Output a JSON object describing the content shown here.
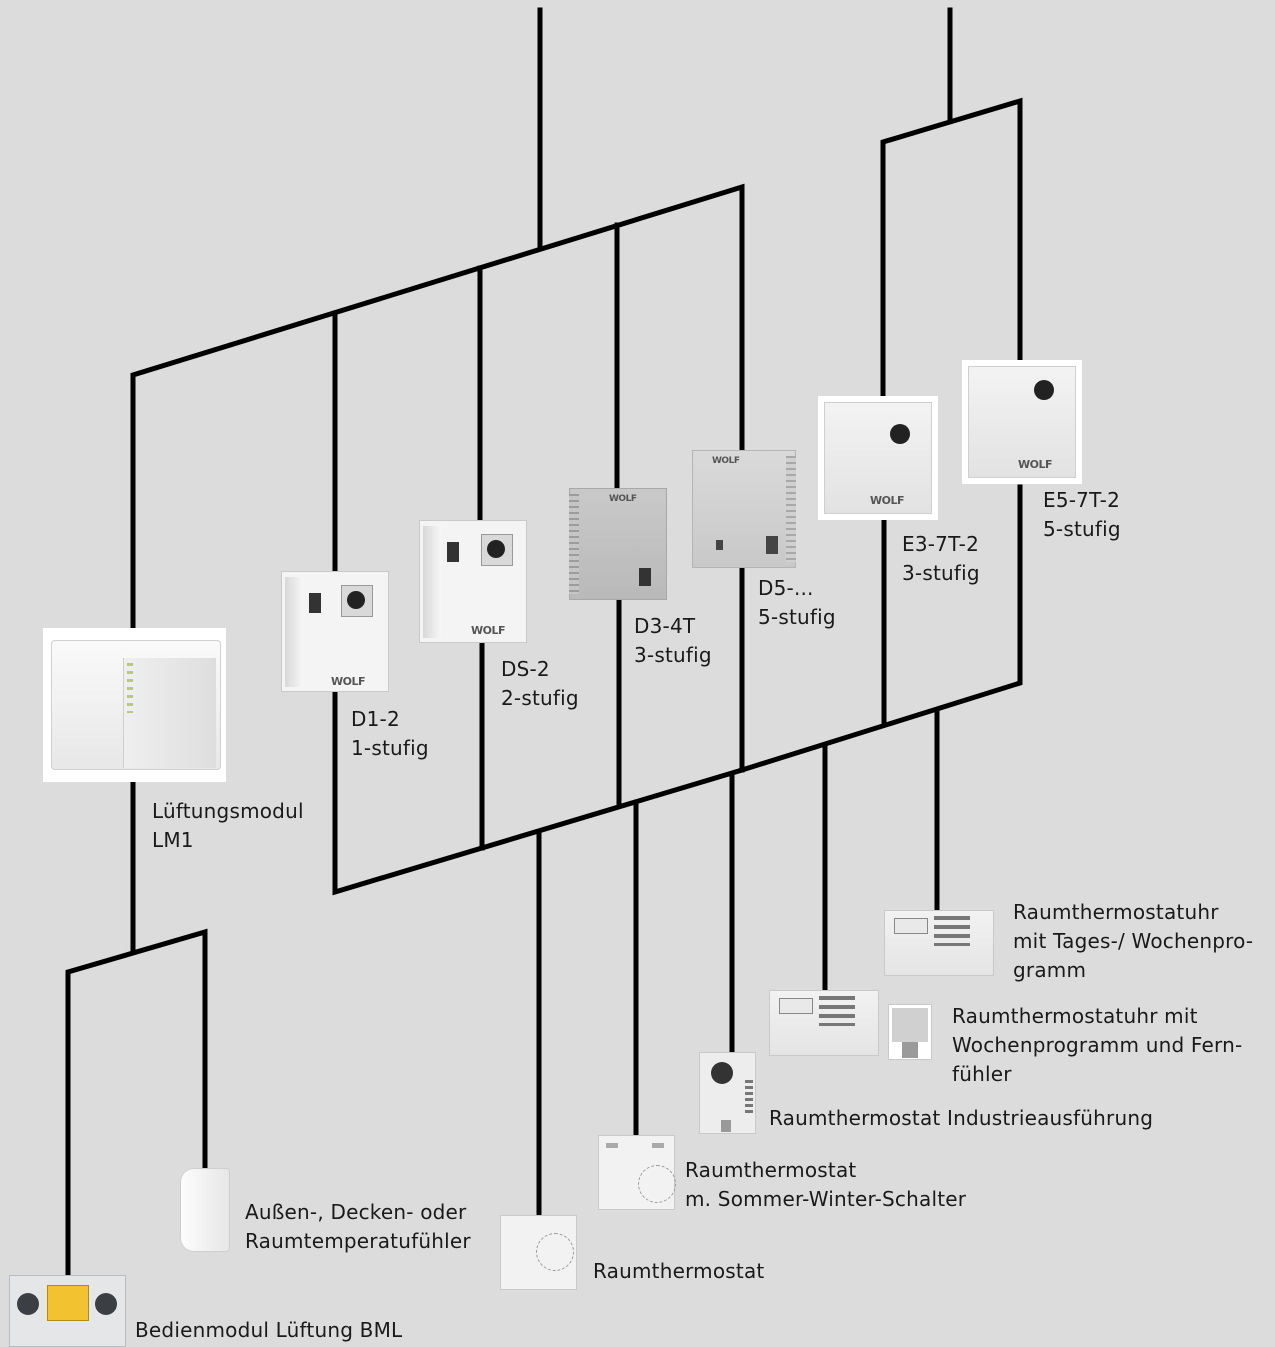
{
  "labels": {
    "lm1": [
      "Lüftungsmodul",
      "LM1"
    ],
    "d12": [
      "D1-2",
      "1-stufig"
    ],
    "ds2": [
      "DS-2",
      "2-stufig"
    ],
    "d34t": [
      "D3-4T",
      "3-stufig"
    ],
    "d5": [
      "D5-...",
      "5-stufig"
    ],
    "e37t2": [
      "E3-7T-2",
      "3-stufig"
    ],
    "e57t2": [
      "E5-7T-2",
      "5-stufig"
    ],
    "uhr_tages": [
      "Raumthermostatuhr",
      "mit Tages-/ Wochenpro-",
      "gramm"
    ],
    "uhr_fern": [
      "Raumthermostatuhr mit",
      "Wochenprogramm und Fern-",
      "fühler"
    ],
    "industrie": [
      "Raumthermostat Industrieausführung"
    ],
    "sommer_winter": [
      "Raumthermostat",
      "m. Sommer-Winter-Schalter"
    ],
    "raumthermostat": [
      "Raumthermostat"
    ],
    "fuehler": [
      "Außen-, Decken- oder",
      "Raumtemperatufühler"
    ],
    "bml": [
      "Bedienmodul Lüftung BML"
    ]
  },
  "brand_marks": [
    "WOLF",
    "WOLF",
    "WOLF",
    "WOLF",
    "WOLF",
    "WOLF"
  ],
  "colors": {
    "background": "#dcdcdc",
    "wire": "#000000",
    "device_body": "#f2f2f2",
    "bml_display": "#f2c230"
  }
}
